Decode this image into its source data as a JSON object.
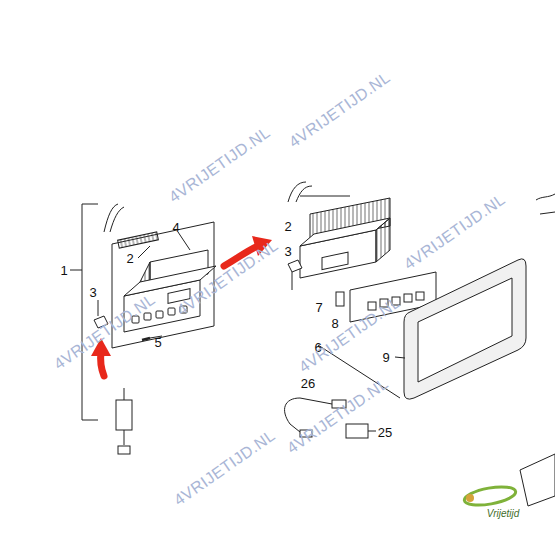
{
  "diagram": {
    "labels": [
      "1",
      "2",
      "4",
      "3",
      "5",
      "2",
      "3",
      "7",
      "8",
      "6",
      "9",
      "26",
      "25",
      "4VRIJETIJD.NL",
      "4VRIJETIJD.NL",
      "4VRIJETIJD.NL",
      "4VRIJETIJD.NL",
      "4VRIJETIJD.NL",
      "4VRIJETIJD.NL",
      "4VRIJETIJD.NL",
      "4VRIJETIJD.NL",
      "Vrijetijd"
    ]
  }
}
